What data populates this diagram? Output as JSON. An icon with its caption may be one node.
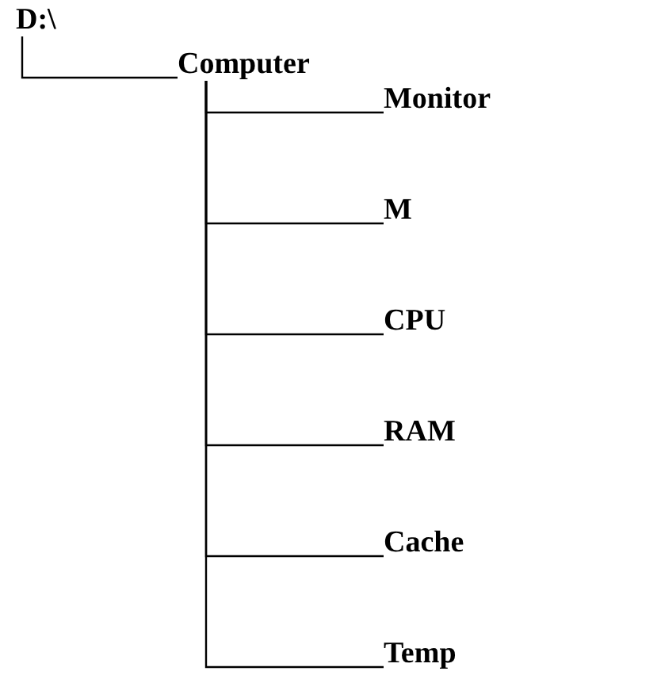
{
  "diagram": {
    "nodes": [
      {
        "text": [
          "D:\\"
        ]
      },
      {
        "text": [
          "Computer"
        ]
      },
      {
        "text": [
          "Monitor"
        ]
      },
      {
        "text": [
          "M"
        ]
      },
      {
        "text": [
          "CPU"
        ]
      },
      {
        "text": [
          "RAM"
        ]
      },
      {
        "text": [
          "Cache"
        ]
      },
      {
        "text": [
          "Temp"
        ]
      }
    ],
    "edges": [
      {
        "from": 0,
        "to": 1,
        "arrow": "none"
      },
      {
        "from": 1,
        "to": 2,
        "arrow": "none"
      },
      {
        "from": 1,
        "to": 3,
        "arrow": "none"
      },
      {
        "from": 1,
        "to": 4,
        "arrow": "none"
      },
      {
        "from": 1,
        "to": 5,
        "arrow": "none"
      },
      {
        "from": 1,
        "to": 6,
        "arrow": "none"
      },
      {
        "from": 1,
        "to": 7,
        "arrow": "none"
      }
    ]
  }
}
